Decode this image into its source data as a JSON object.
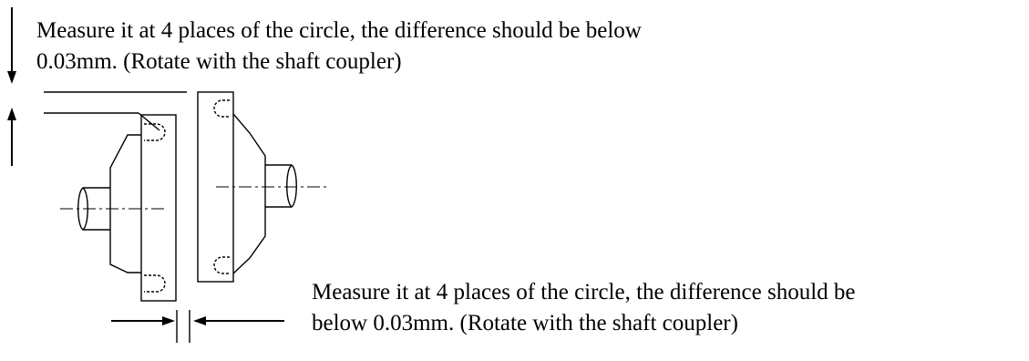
{
  "annotations": {
    "top_note": {
      "line1": "Measure it at 4 places of the circle, the difference should be below",
      "line2": "0.03mm. (Rotate with the shaft coupler)"
    },
    "bottom_note": {
      "line1": "Measure it at 4 places of the circle, the difference should be",
      "line2": "below 0.03mm. (Rotate with the shaft coupler)"
    }
  },
  "colors": {
    "ink": "#000000",
    "background": "#ffffff"
  }
}
